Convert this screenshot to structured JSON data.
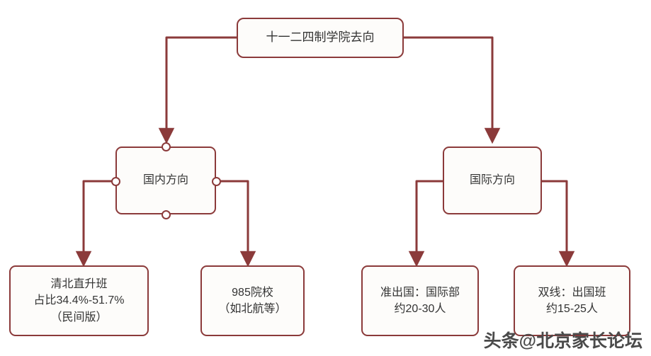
{
  "diagram": {
    "title": "十一二四制学院去向",
    "root": {
      "label": "十一二四制学院去向"
    },
    "branches": [
      {
        "label": "国内方向",
        "children": [
          {
            "label": "清北直升班\n占比34.4%-51.7%\n（民间版）"
          },
          {
            "label": "985院校\n（如北航等）"
          }
        ]
      },
      {
        "label": "国际方向",
        "children": [
          {
            "label": "准出国：国际部\n约20-30人"
          },
          {
            "label": "双线：出国班\n约15-25人"
          }
        ]
      }
    ]
  },
  "watermark": {
    "text": "头条@北京家长论坛"
  },
  "colors": {
    "border": "#8B3A3A",
    "edge": "#8B3A3A",
    "node_fill": "#fdfcfa",
    "text": "#333333",
    "background": "#ffffff",
    "watermark": "#4a4a4a"
  }
}
